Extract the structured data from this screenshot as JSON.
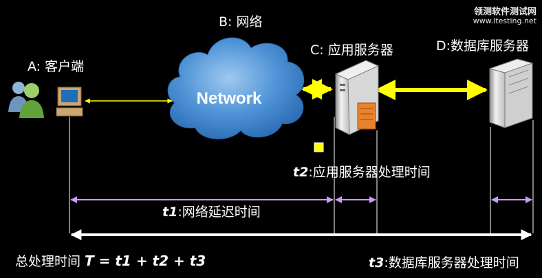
{
  "watermark": {
    "line1": "领测软件测试网",
    "line2": "www.ltesting.net"
  },
  "nodes": {
    "client": "A: 客户端",
    "network": "B: 网络",
    "app_server": "C: 应用服务器",
    "db_server": "D:数据库服务器"
  },
  "cloud_label": "Network",
  "t1": {
    "var": "t1",
    "text": ":网络延迟时间"
  },
  "t2": {
    "var": "t2",
    "text": ":应用服务器处理时间"
  },
  "t3": {
    "var": "t3",
    "text": ":数据库服务器处理时间"
  },
  "total": {
    "prefix": "总处理时间 ",
    "formula": "T = t1 + t2 + t3"
  },
  "colors": {
    "background": "#000000",
    "client_link": "#ffff00",
    "server_link": "#ffff00",
    "interval": "#cc99ff",
    "total_arrow": "#ffffff",
    "cloud": "#5b9bd5"
  }
}
